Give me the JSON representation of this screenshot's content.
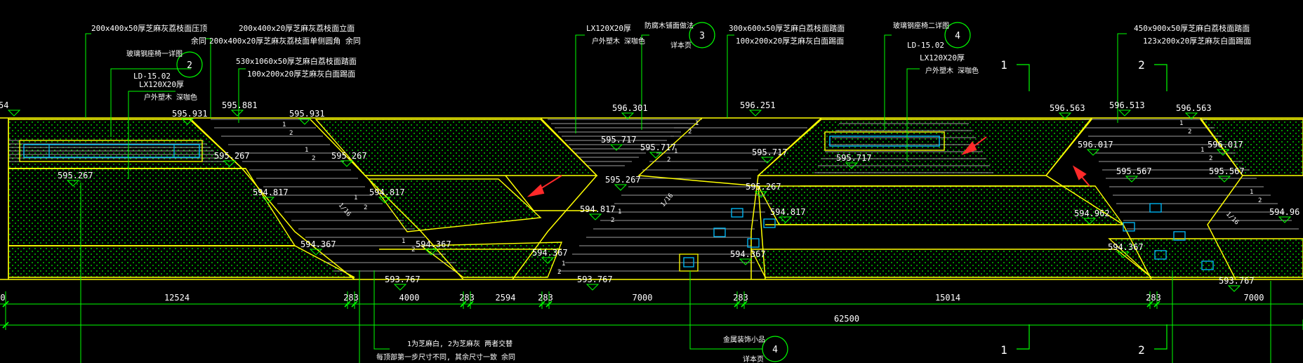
{
  "colors": {
    "background": "#000000",
    "dimension": "#00ff00",
    "outline": "#ffff00",
    "hatch": "#00ff00",
    "tread": "#cfcfcf",
    "furniture": "#00c0ff",
    "annotation_text": "#ffffff",
    "arrow": "#ff2a2a"
  },
  "notes": {
    "n1a": "200x400x50厚芝麻灰荔枝面压顶",
    "n1b": "余同",
    "n2a": "200x400x20厚芝麻灰荔枝面立面",
    "n2b": "200x400x20厚芝麻灰荔枝面单侧圆角 余同",
    "n3a": "530x1060x50厚芝麻白荔枝面踏面",
    "n3b": "100x200x20厚芝麻灰白面踢面",
    "n4a": "玻璃钢座椅一详图",
    "n4b": "LD-15.02",
    "n4c": "LX120X20厚",
    "n4d": "户外塑木 深咖色",
    "n5a": "LX120X20厚",
    "n5b": "户外塑木 深咖色",
    "n5c": "防腐木铺面做法",
    "n5d": "详本页",
    "n6a": "300x600x50厚芝麻白荔枝面踏面",
    "n6b": "100x200x20厚芝麻灰白面踢面",
    "n7a": "玻璃钢座椅二详图",
    "n7b": "LD-15.02",
    "n7c": "LX120X20厚",
    "n7d": "户外塑木 深咖色",
    "n8a": "450x900x50厚芝麻白荔枝面踏面",
    "n8b": "123x200x20厚芝麻灰白面踢面",
    "bottom1": "1为芝麻白, 2为芝麻灰 两者交替",
    "bottom2": "每顶部第一步尺寸不同, 其余尺寸一致 余同",
    "metal_a": "金属装饰小品",
    "metal_b": "详本页"
  },
  "callouts": [
    "2",
    "3",
    "4",
    "4"
  ],
  "section_marks": [
    "1",
    "2",
    "1",
    "2"
  ],
  "elevations": [
    "54",
    "595.931",
    "595.881",
    "595.931",
    "596.301",
    "596.251",
    "596.563",
    "596.513",
    "596.563",
    "595.267",
    "595.267",
    "595.267",
    "595.717",
    "595.717",
    "595.717",
    "595.717",
    "596.017",
    "596.017",
    "594.817",
    "594.817",
    "595.267",
    "595.267",
    "595.567",
    "595.567",
    "594.817",
    "594.817",
    "594.962",
    "594.96",
    "594.367",
    "594.367",
    "594.367",
    "594.367",
    "594.367",
    "593.767",
    "593.767",
    "593.767"
  ],
  "dims": {
    "d0": "0",
    "d1": "12524",
    "d2": "283",
    "d3": "4000",
    "d4": "283",
    "d5": "2594",
    "d6": "283",
    "d7": "7000",
    "d8": "283",
    "d9": "15014",
    "d10": "283",
    "d11": "7000",
    "total": "62500"
  },
  "step_labels": [
    "1",
    "2"
  ],
  "slope_labels": [
    "1/16",
    "1/16",
    "1/16"
  ]
}
